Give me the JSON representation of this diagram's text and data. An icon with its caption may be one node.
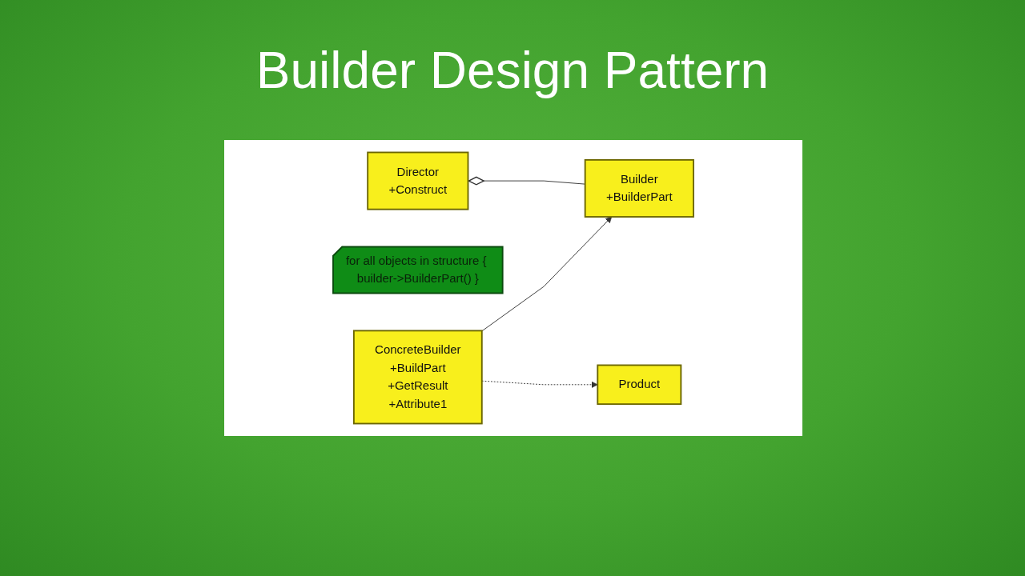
{
  "diagram": {
    "title": "Builder Design Pattern",
    "nodes": [
      {
        "text": [
          "Director",
          "+Construct"
        ]
      },
      {
        "text": [
          "Builder",
          "+BuilderPart"
        ]
      },
      {
        "text": [
          "for all objects in structure { builder->BuilderPart() }"
        ]
      },
      {
        "text": [
          "ConcreteBuilder",
          "+BuildPart",
          "+GetResult",
          "+Attribute1"
        ]
      },
      {
        "text": [
          "Product"
        ]
      }
    ],
    "edges": [
      {
        "from": 0,
        "to": 1,
        "arrow": "other"
      },
      {
        "from": 3,
        "to": 1,
        "arrow": "to"
      },
      {
        "from": 3,
        "to": 4,
        "arrow": "to",
        "style": "dashed"
      }
    ]
  }
}
